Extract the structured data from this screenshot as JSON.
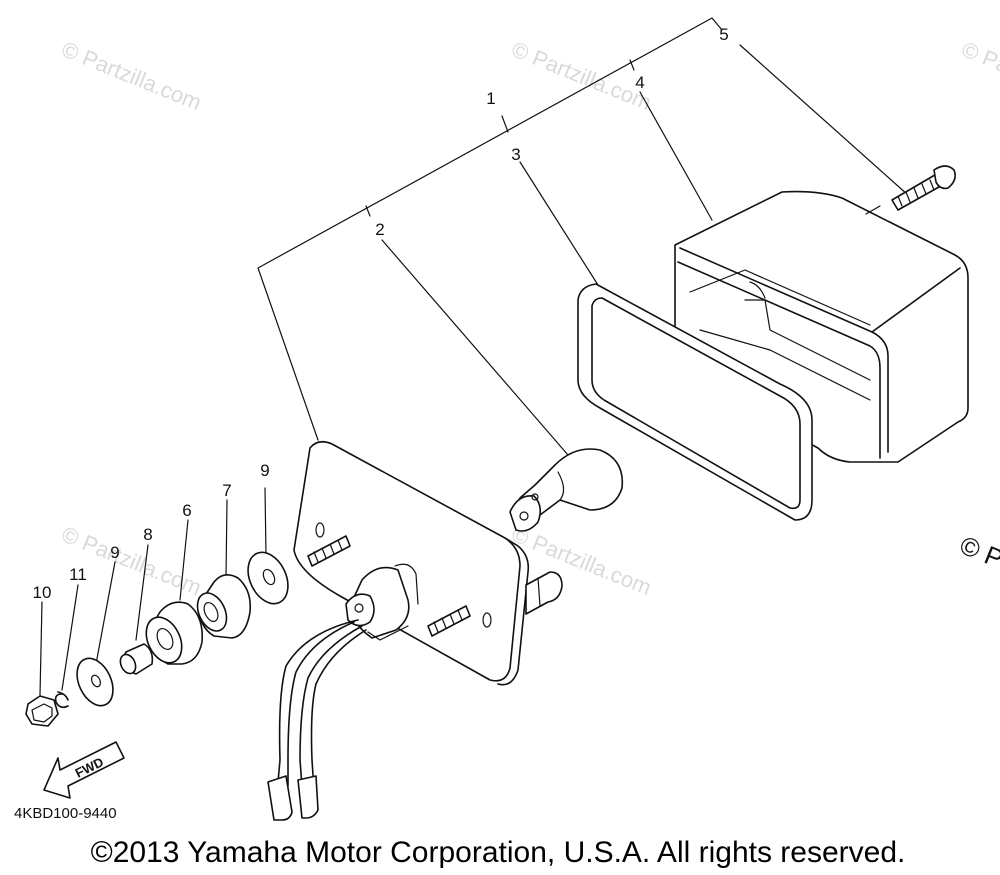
{
  "diagram": {
    "callouts": {
      "c1": "1",
      "c2": "2",
      "c3": "3",
      "c4": "4",
      "c5": "5",
      "c6": "6",
      "c7": "7",
      "c8": "8",
      "c9a": "9",
      "c9b": "9",
      "c10": "10",
      "c11": "11"
    },
    "fwd_label": "FWD",
    "drawing_code": "4KBD100-9440",
    "watermark": "© Partzilla.com",
    "watermark_edge": "© P",
    "copyright": "©2013 Yamaha Motor Corporation, U.S.A. All rights reserved."
  }
}
